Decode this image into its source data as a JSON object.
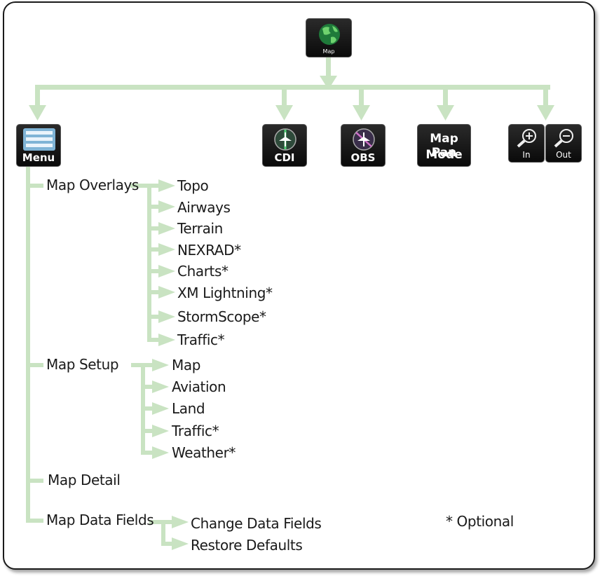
{
  "buttons": {
    "map": "Map",
    "menu": "Menu",
    "cdi": "CDI",
    "obs": "OBS",
    "map_pan_line1": "Map Pan",
    "map_pan_line2": "Mode",
    "zoom_in": "In",
    "zoom_out": "Out"
  },
  "menu_items": {
    "map_overlays": "Map Overlays",
    "map_setup": "Map Setup",
    "map_detail": "Map Detail",
    "map_data_fields": "Map Data Fields"
  },
  "overlays": [
    "Topo",
    "Airways",
    "Terrain",
    "NEXRAD*",
    "Charts*",
    "XM Lightning*",
    "StormScope*",
    "Traffic*"
  ],
  "setup": [
    "Map",
    "Aviation",
    "Land",
    "Traffic*",
    "Weather*"
  ],
  "data_fields": [
    "Change Data Fields",
    "Restore Defaults"
  ],
  "footnote": "* Optional",
  "colors": {
    "connector": "#c9e3c2",
    "button_bg": "#111111",
    "text": "#1a1a1a"
  }
}
